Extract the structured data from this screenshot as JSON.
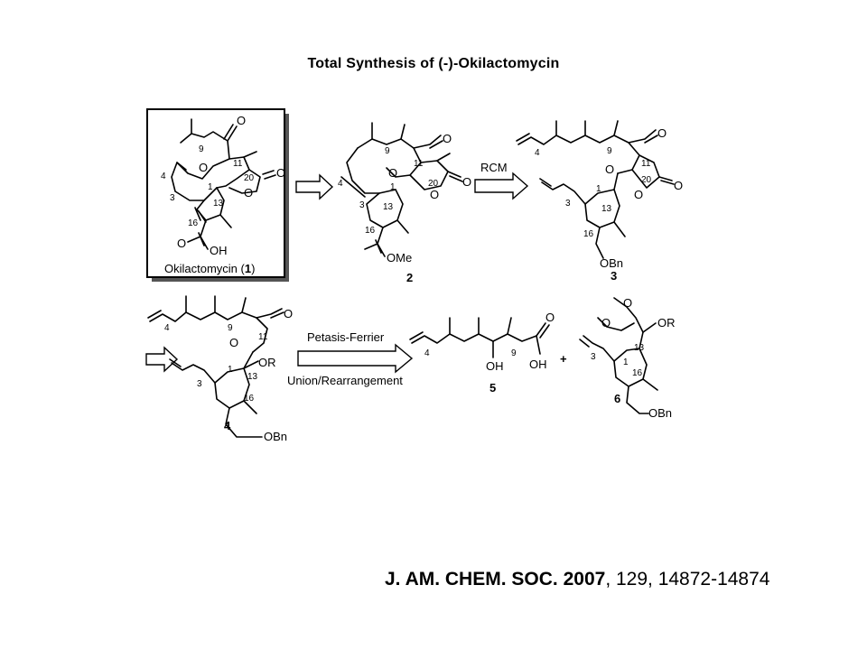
{
  "title": "Total Synthesis of (-)-Okilactomycin",
  "reference": {
    "journal": "J. AM. CHEM. SOC.",
    "year": "2007",
    "volume": ", 129, 14872-14874"
  },
  "compounds": {
    "okilactomycin": {
      "caption_prefix": "Okilactomycin (",
      "number": "1",
      "caption_suffix": ")",
      "atoms": [
        "9",
        "11",
        "20",
        "4",
        "3",
        "1",
        "13",
        "16",
        "O",
        "O",
        "O",
        "O",
        "O",
        "OH"
      ]
    },
    "c2": {
      "number": "2",
      "atoms": [
        "9",
        "11",
        "20",
        "4",
        "3",
        "1",
        "13",
        "16",
        "O",
        "O",
        "O",
        "O",
        "OMe"
      ]
    },
    "c3": {
      "number": "3",
      "atoms": [
        "4",
        "9",
        "11",
        "20",
        "3",
        "1",
        "13",
        "16",
        "O",
        "O",
        "O",
        "O",
        "OBn"
      ]
    },
    "c4": {
      "number": "4",
      "atoms": [
        "4",
        "9",
        "11",
        "3",
        "1",
        "13",
        "16",
        "O",
        "O",
        "OR",
        "OBn"
      ]
    },
    "c5": {
      "number": "5",
      "atoms": [
        "4",
        "9",
        "OH",
        "OH",
        "O"
      ]
    },
    "c6": {
      "number": "6",
      "atoms": [
        "O",
        "O",
        "OR",
        "3",
        "1",
        "13",
        "16",
        "OBn"
      ]
    }
  },
  "reactions": {
    "rcm": "RCM",
    "petasis_top": "Petasis-Ferrier",
    "petasis_bottom": "Union/Rearrangement",
    "plus": "+"
  }
}
